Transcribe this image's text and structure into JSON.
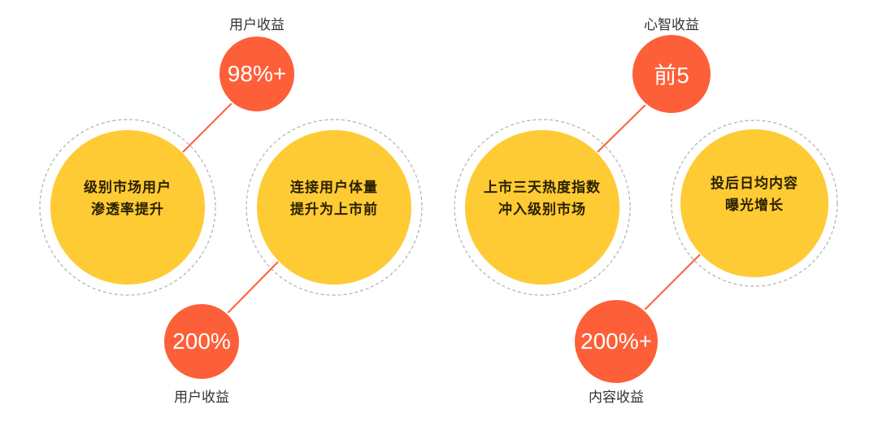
{
  "groups": [
    {
      "top_label": "用户收益",
      "top_value": "98%+",
      "left_text": [
        "级别市场用户",
        "渗透率提升"
      ],
      "right_text": [
        "连接用户体量",
        "提升为上市前"
      ],
      "bottom_value": "200%",
      "bottom_label": "用户收益"
    },
    {
      "top_label": "心智收益",
      "top_value": "前5",
      "left_text": [
        "上市三天热度指数",
        "冲入级别市场"
      ],
      "right_text": [
        "投后日均内容",
        "曝光增长"
      ],
      "bottom_value": "200%+",
      "bottom_label": "内容收益"
    }
  ],
  "colors": {
    "orange": "#fd5f38",
    "yellow": "#fecb34",
    "ring": "#aaaaaa"
  }
}
